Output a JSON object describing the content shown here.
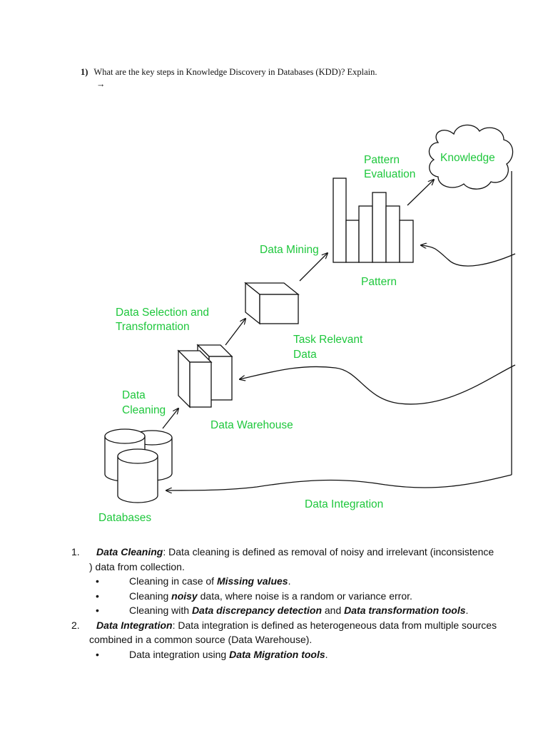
{
  "question": {
    "number": "1)",
    "text": "What are the key steps in Knowledge Discovery in Databases (KDD)? Explain.",
    "arrow": "→"
  },
  "diagram": {
    "accent_color": "#1ec73c",
    "labels": {
      "knowledge": "Knowledge",
      "pattern_evaluation_1": "Pattern",
      "pattern_evaluation_2": "Evaluation",
      "data_mining": "Data Mining",
      "pattern": "Pattern",
      "data_selection_1": "Data Selection and",
      "data_selection_2": "Transformation",
      "task_relevant_1": "Task Relevant",
      "task_relevant_2": "Data",
      "data_cleaning_1": "Data",
      "data_cleaning_2": "Cleaning",
      "data_warehouse": "Data Warehouse",
      "databases": "Databases",
      "data_integration": "Data Integration"
    }
  },
  "list": [
    {
      "num": "1.",
      "term": "Data Cleaning",
      "desc": ": Data cleaning is defined as removal of noisy and irrelevant (inconsistence ) data from collection.",
      "bullets": [
        {
          "pre": "Cleaning in case of ",
          "bold": "Missing values",
          "mid": ".",
          "bold2": "",
          "post": ""
        },
        {
          "pre": "Cleaning ",
          "bold": "noisy",
          "mid": " data, where noise is a random or variance error.",
          "bold2": "",
          "post": ""
        },
        {
          "pre": "Cleaning with ",
          "bold": "Data discrepancy detection",
          "mid": " and ",
          "bold2": "Data transformation tools",
          "post": "."
        }
      ]
    },
    {
      "num": "2.",
      "term": "Data Integration",
      "desc": ": Data integration is defined as heterogeneous data from multiple sources combined in a common source (Data Warehouse).",
      "bullets": [
        {
          "pre": "Data integration using ",
          "bold": "Data Migration tools",
          "mid": ".",
          "bold2": "",
          "post": ""
        }
      ]
    }
  ]
}
